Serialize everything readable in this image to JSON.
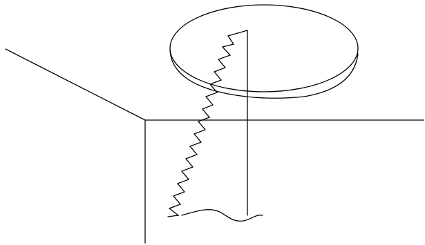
{
  "colors": {
    "background": "#ffffff",
    "stroke": "#000000"
  },
  "diagram": {
    "elements": [
      "left-wall-line",
      "back-wall-corner-line",
      "horizon-line",
      "floating-disc",
      "vertical-post",
      "zigzag-edge",
      "ground-wavy-line"
    ]
  }
}
